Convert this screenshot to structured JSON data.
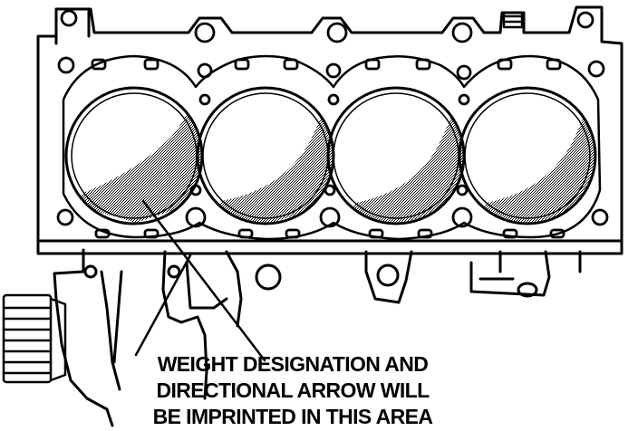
{
  "figure": {
    "subject": "engine block deck with four cylinder bores",
    "caption_lines": [
      "WEIGHT DESIGNATION AND",
      "DIRECTIONAL ARROW WILL",
      "BE IMPRINTED IN THIS AREA"
    ],
    "colors": {
      "ink": "#000000",
      "paper": "#ffffff"
    }
  }
}
